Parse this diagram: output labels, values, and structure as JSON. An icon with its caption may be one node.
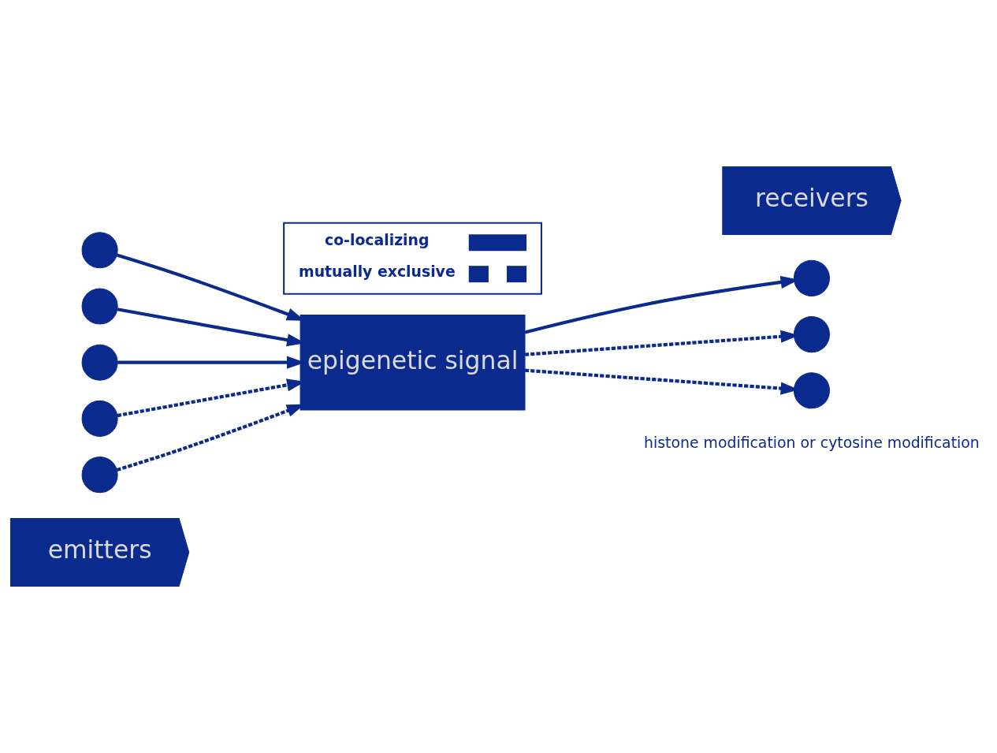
{
  "diagram": {
    "nodes": [
      {
        "text": [
          "emitters"
        ]
      },
      {
        "text": [
          "epigenetic signal"
        ]
      },
      {
        "text": [
          "receivers"
        ]
      },
      {
        "text": [],
        "shape": "circle"
      },
      {
        "text": [],
        "shape": "circle"
      },
      {
        "text": [],
        "shape": "circle"
      },
      {
        "text": [],
        "shape": "circle"
      },
      {
        "text": [],
        "shape": "circle"
      },
      {
        "text": [],
        "shape": "circle"
      },
      {
        "text": [],
        "shape": "circle"
      },
      {
        "text": [],
        "shape": "circle"
      }
    ],
    "edges": [
      {
        "from": 3,
        "to": 1,
        "arrow": "to"
      },
      {
        "from": 4,
        "to": 1,
        "arrow": "to"
      },
      {
        "from": 5,
        "to": 1,
        "arrow": "to"
      },
      {
        "from": 6,
        "to": 1,
        "arrow": "to",
        "style": "dashed"
      },
      {
        "from": 7,
        "to": 1,
        "arrow": "to",
        "style": "dashed"
      },
      {
        "from": 1,
        "to": 8,
        "arrow": "to"
      },
      {
        "from": 1,
        "to": 9,
        "arrow": "to",
        "style": "dashed"
      },
      {
        "from": 1,
        "to": 10,
        "arrow": "to",
        "style": "dashed"
      }
    ],
    "labels": [
      "histone modification or cytosine modification"
    ],
    "legend": [
      {
        "text": "co-localizing"
      },
      {
        "text": "mutually exclusive"
      }
    ]
  }
}
